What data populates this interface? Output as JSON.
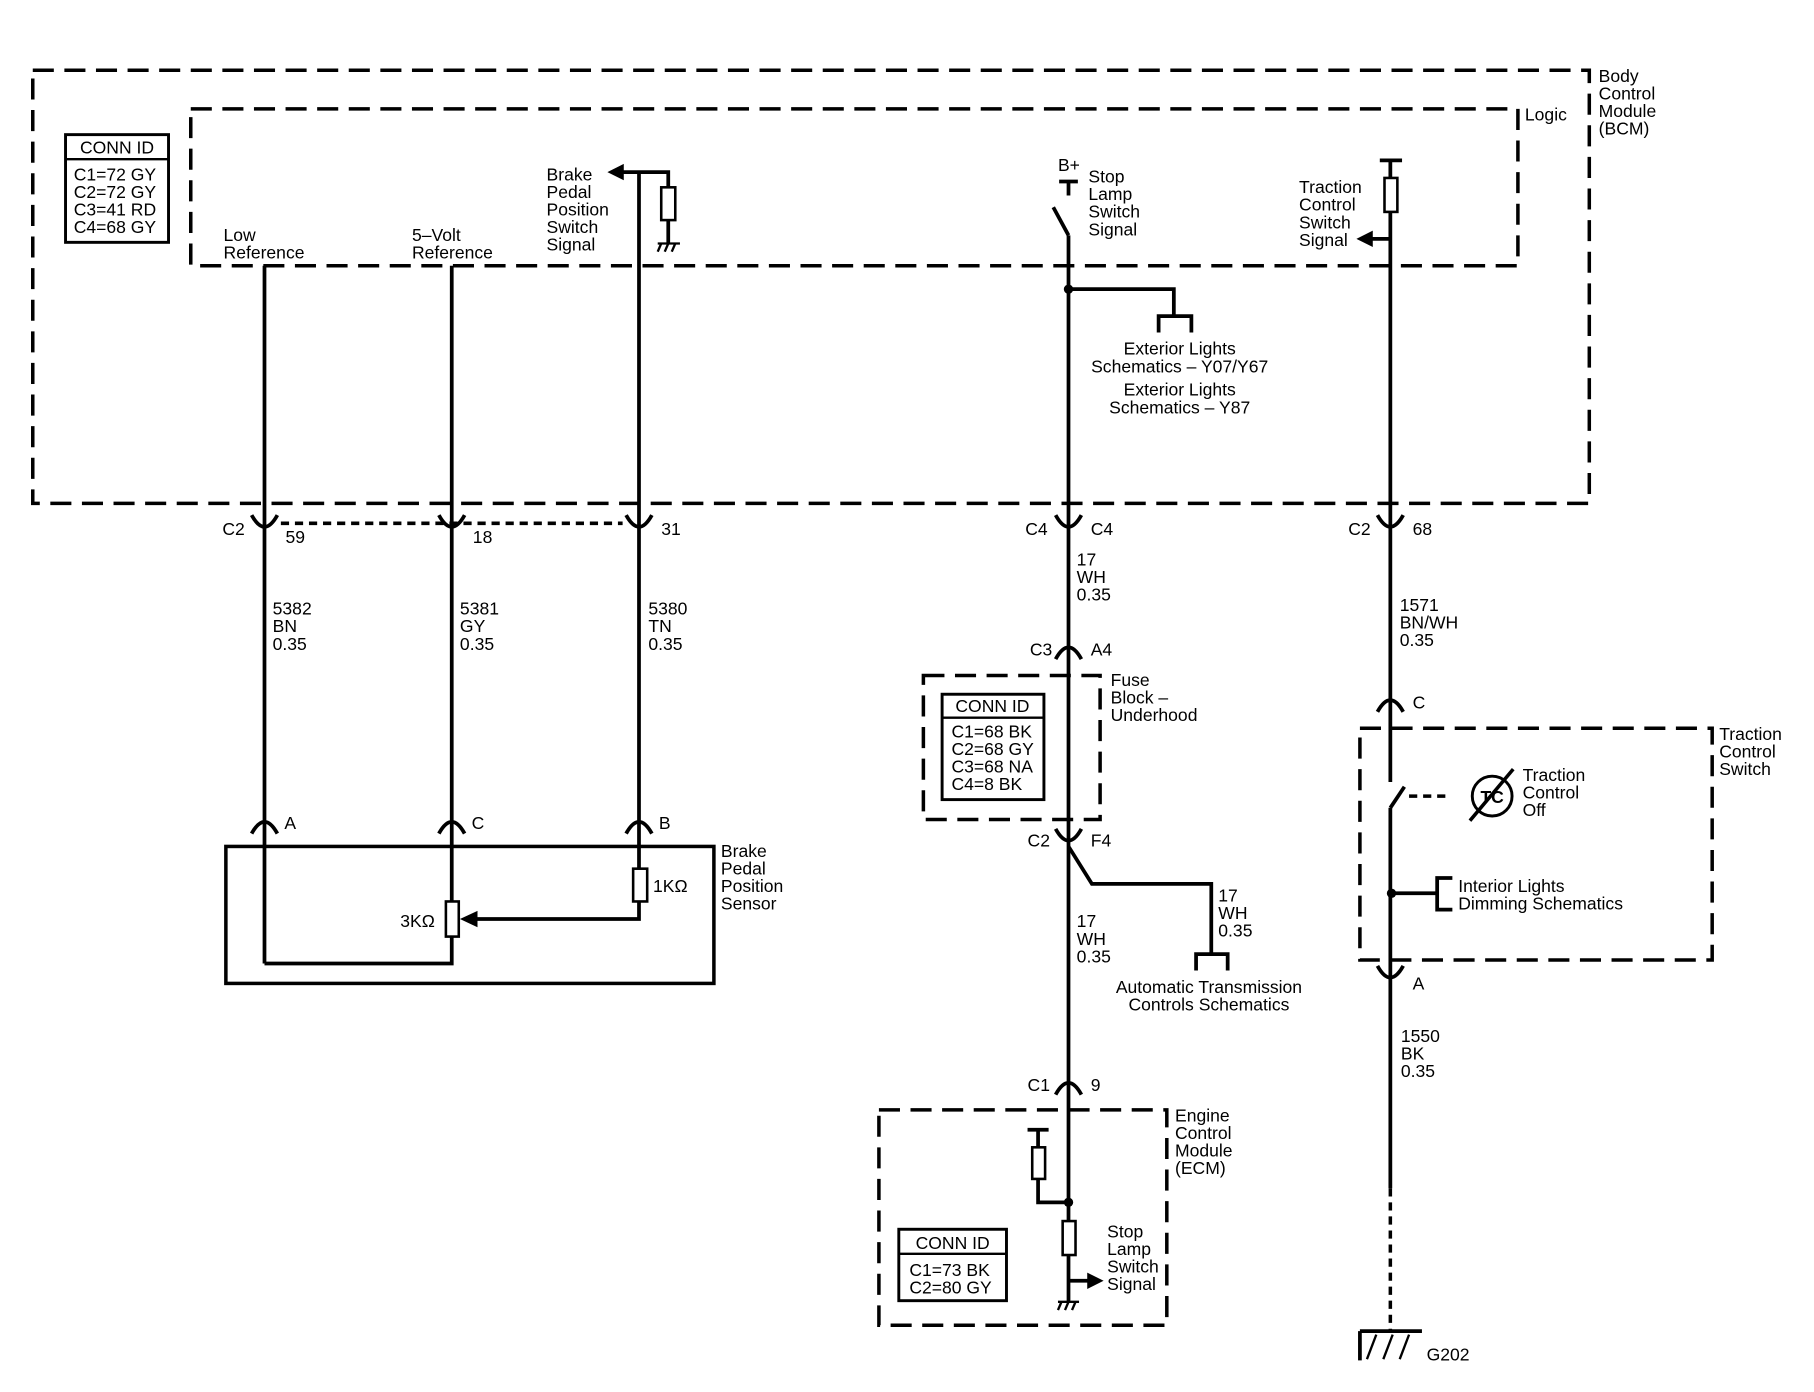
{
  "bcm": {
    "name": [
      "Body",
      "Control",
      "Module",
      "(BCM)"
    ],
    "logic_label": "Logic",
    "conn_id": {
      "header": "CONN ID",
      "rows": [
        "C1=72 GY",
        "C2=72 GY",
        "C3=41 RD",
        "C4=68 GY"
      ]
    },
    "low_reference": [
      "Low",
      "Reference"
    ],
    "five_volt_reference": [
      "5–Volt",
      "Reference"
    ],
    "brake_pedal_position_switch_signal": [
      "Brake",
      "Pedal",
      "Position",
      "Switch",
      "Signal"
    ],
    "b_plus": "B+",
    "stop_lamp_switch_signal": [
      "Stop",
      "Lamp",
      "Switch",
      "Signal"
    ],
    "traction_control_switch_signal": [
      "Traction",
      "Control",
      "Switch",
      "Signal"
    ],
    "exterior_lights_refs": [
      "Exterior Lights",
      "Schematics – Y07/Y67",
      "Exterior Lights",
      "Schematics – Y87"
    ],
    "connectors": {
      "c2_sensor": {
        "connector": "C2",
        "pins": [
          "59",
          "18",
          "31"
        ]
      },
      "c4": {
        "left": "C4",
        "right": "C4"
      },
      "c2_traction": {
        "connector": "C2",
        "pin": "68"
      }
    }
  },
  "circuits": {
    "low_reference": [
      "5382",
      "BN",
      "0.35"
    ],
    "five_volt_reference": [
      "5381",
      "GY",
      "0.35"
    ],
    "signal": [
      "5380",
      "TN",
      "0.35"
    ],
    "stop_lamp_bcm": [
      "17",
      "WH",
      "0.35"
    ],
    "stop_lamp_branch": [
      "17",
      "WH",
      "0.35"
    ],
    "stop_lamp_ecm": [
      "17",
      "WH",
      "0.35"
    ],
    "traction_signal": [
      "1571",
      "BN/WH",
      "0.35"
    ],
    "traction_ground": [
      "1550",
      "BK",
      "0.35"
    ]
  },
  "brake_pedal_position_sensor": {
    "name": [
      "Brake",
      "Pedal",
      "Position",
      "Sensor"
    ],
    "pins": [
      "A",
      "C",
      "B"
    ],
    "r_3k": "3KΩ",
    "r_1k": "1KΩ"
  },
  "fuse_block": {
    "name": [
      "Fuse",
      "Block –",
      "Underhood"
    ],
    "conn_id": {
      "header": "CONN ID",
      "rows": [
        "C1=68 BK",
        "C2=68 GY",
        "C3=68 NA",
        "C4=8 BK"
      ]
    },
    "input": {
      "connector": "C3",
      "pin": "A4"
    },
    "output": {
      "connector": "C2",
      "pin": "F4"
    }
  },
  "automatic_transmission_ref": [
    "Automatic Transmission",
    "Controls Schematics"
  ],
  "ecm": {
    "name": [
      "Engine",
      "Control",
      "Module",
      "(ECM)"
    ],
    "input": {
      "connector": "C1",
      "pin": "9"
    },
    "stop_lamp_switch_signal": [
      "Stop",
      "Lamp",
      "Switch",
      "Signal"
    ],
    "conn_id": {
      "header": "CONN ID",
      "rows": [
        "C1=73 BK",
        "C2=80 GY"
      ]
    }
  },
  "traction_control_switch": {
    "name": [
      "Traction",
      "Control",
      "Switch"
    ],
    "pins": {
      "top": "C",
      "bottom": "A"
    },
    "icon": "traction-control-off-icon",
    "icon_text": "TC",
    "indicator": [
      "Traction",
      "Control",
      "Off"
    ],
    "dimming_ref": [
      "Interior Lights",
      "Dimming Schematics"
    ]
  },
  "ground": {
    "name": "G202"
  }
}
